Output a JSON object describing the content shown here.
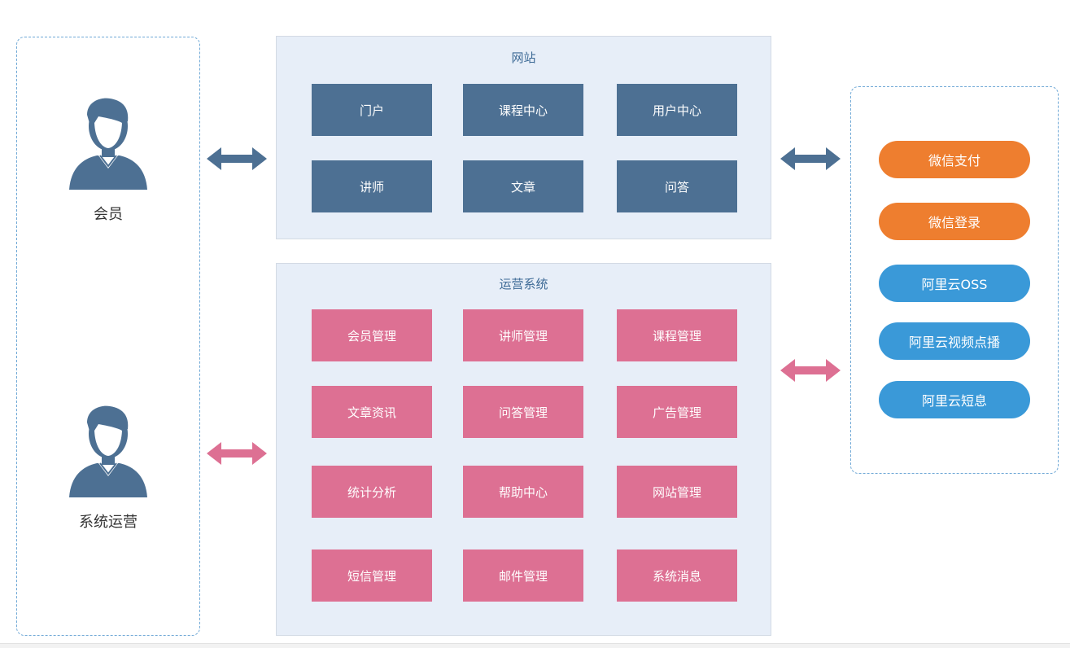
{
  "actors": [
    {
      "label": "会员"
    },
    {
      "label": "系统运营"
    }
  ],
  "website": {
    "title": "网站",
    "items": [
      "门户",
      "课程中心",
      "用户中心",
      "讲师",
      "文章",
      "问答"
    ]
  },
  "operations": {
    "title": "运营系统",
    "items": [
      "会员管理",
      "讲师管理",
      "课程管理",
      "文章资讯",
      "问答管理",
      "广告管理",
      "统计分析",
      "帮助中心",
      "网站管理",
      "短信管理",
      "邮件管理",
      "系统消息"
    ]
  },
  "services": [
    {
      "label": "微信支付",
      "color": "orange"
    },
    {
      "label": "微信登录",
      "color": "orange"
    },
    {
      "label": "阿里云OSS",
      "color": "blue"
    },
    {
      "label": "阿里云视频点播",
      "color": "blue"
    },
    {
      "label": "阿里云短息",
      "color": "blue"
    }
  ],
  "colors": {
    "site_tile": "#4d7093",
    "ops_tile": "#dd7093",
    "panel_bg": "#e7eef8",
    "orange": "#ee7e2f",
    "blue": "#3a99d8",
    "dashed_border": "#6fa8d6"
  },
  "icons": {
    "actor": "person-avatar-icon",
    "arrow": "double-headed-arrow-icon"
  }
}
